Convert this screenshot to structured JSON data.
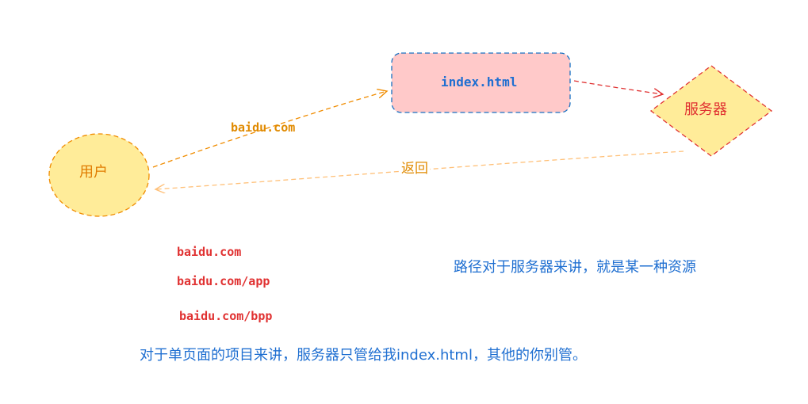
{
  "diagram": {
    "nodes": {
      "user": {
        "label": "用户",
        "shape": "ellipse",
        "fill": "#ffec99",
        "stroke": "#f08c00"
      },
      "index": {
        "label": "index.html",
        "shape": "rounded-rectangle",
        "fill": "#ffc9c9",
        "stroke": "#1971c2"
      },
      "server": {
        "label": "服务器",
        "shape": "diamond",
        "fill": "#ffec99",
        "stroke": "#e03131"
      }
    },
    "edges": {
      "request": {
        "label": "baidu.com",
        "color": "#f08c00"
      },
      "index_to_server": {
        "label": "",
        "color": "#e03131"
      },
      "return": {
        "label": "返回",
        "color": "#ffc078"
      }
    },
    "path_examples": [
      "baidu.com",
      "baidu.com/app",
      "baidu.com/bpp"
    ],
    "notes": {
      "path_note": "路径对于服务器来讲，就是某一种资源",
      "spa_note": "对于单页面的项目来讲，服务器只管给我index.html，其他的你别管。"
    }
  }
}
